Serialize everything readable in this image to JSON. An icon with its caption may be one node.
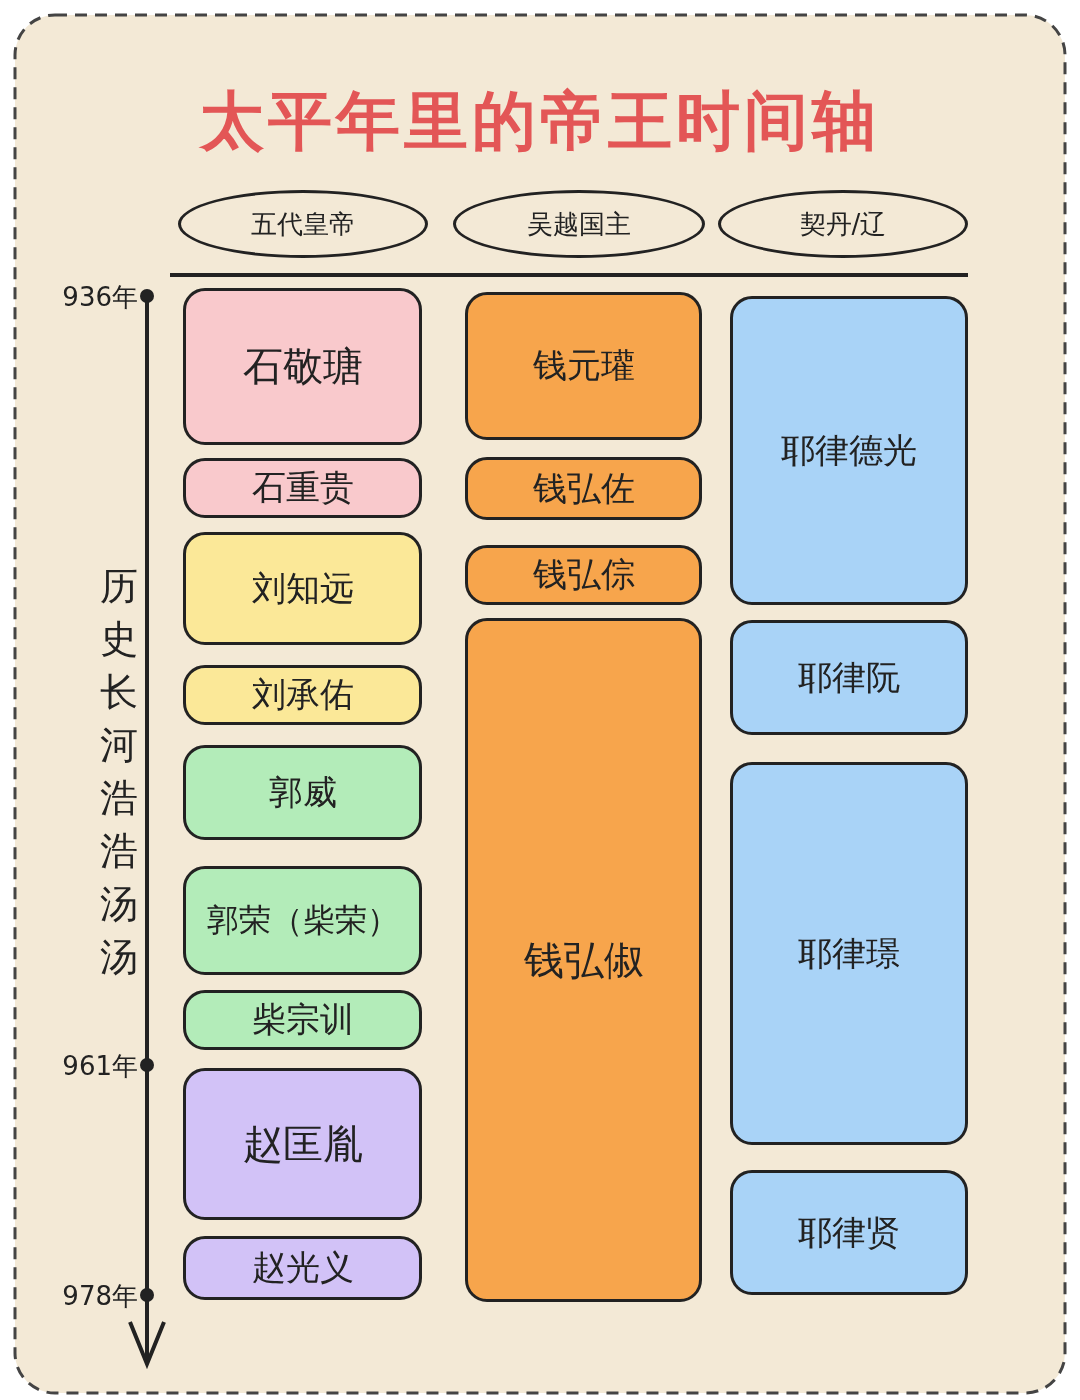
{
  "diagram": {
    "title": "太平年里的帝王时间轴",
    "nodes": [
      {
        "text": [
          "五代皇帝"
        ]
      },
      {
        "text": [
          "吴越国主"
        ]
      },
      {
        "text": [
          "契丹/辽"
        ]
      },
      {
        "text": [
          "石敬瑭"
        ]
      },
      {
        "text": [
          "石重贵"
        ]
      },
      {
        "text": [
          "刘知远"
        ]
      },
      {
        "text": [
          "刘承佑"
        ]
      },
      {
        "text": [
          "郭威"
        ]
      },
      {
        "text": [
          "郭荣（柴荣）"
        ]
      },
      {
        "text": [
          "柴宗训"
        ]
      },
      {
        "text": [
          "赵匡胤"
        ]
      },
      {
        "text": [
          "赵光义"
        ]
      },
      {
        "text": [
          "钱元瓘"
        ]
      },
      {
        "text": [
          "钱弘佐"
        ]
      },
      {
        "text": [
          "钱弘倧"
        ]
      },
      {
        "text": [
          "钱弘俶"
        ]
      },
      {
        "text": [
          "耶律德光"
        ]
      },
      {
        "text": [
          "耶律阮"
        ]
      },
      {
        "text": [
          "耶律璟"
        ]
      },
      {
        "text": [
          "耶律贤"
        ]
      }
    ],
    "edges": [],
    "labels": [
      "936年",
      "961年",
      "978年",
      "历史长河浩浩汤汤"
    ]
  }
}
